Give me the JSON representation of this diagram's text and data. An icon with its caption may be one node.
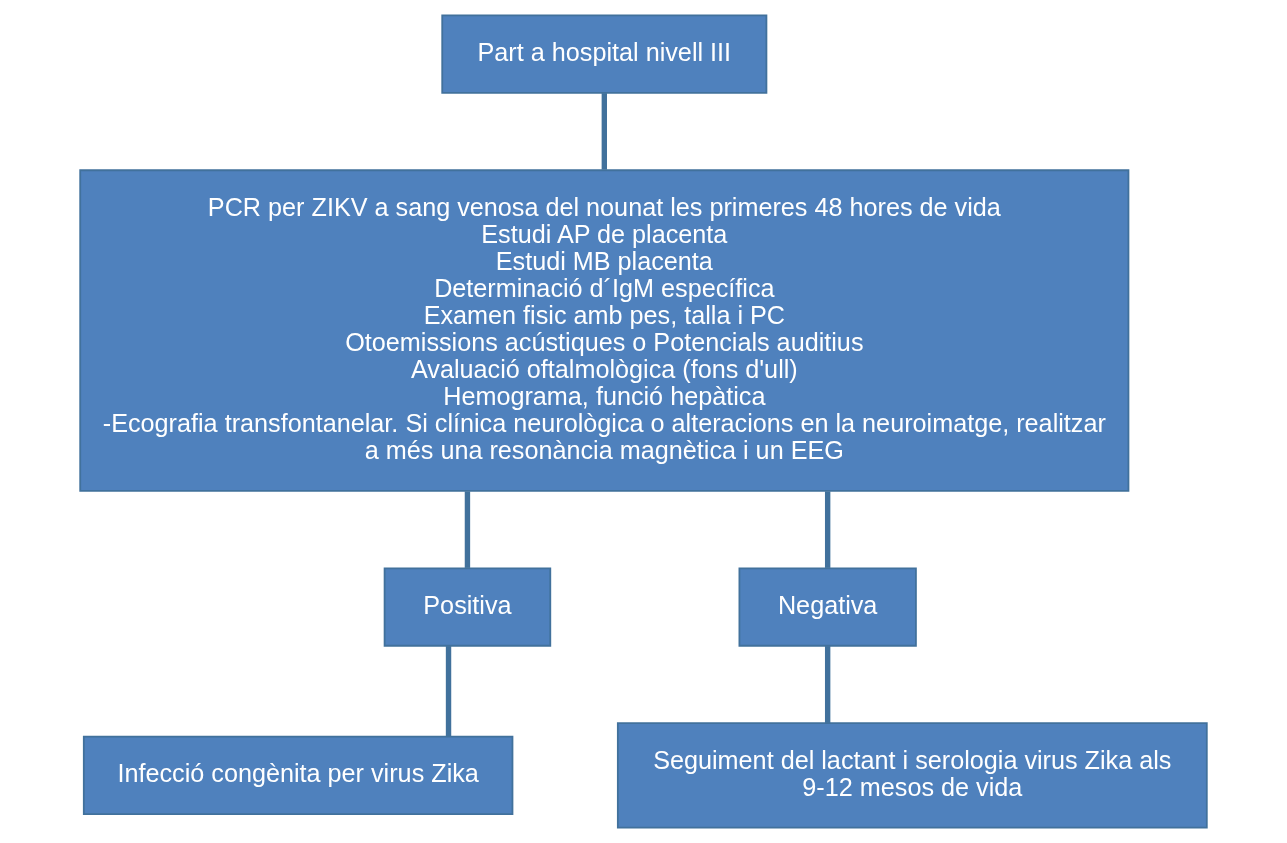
{
  "diagram": {
    "nodes": [
      {
        "text": [
          "Part a hospital nivell III"
        ]
      },
      {
        "text": [
          "PCR per ZIKV a sang venosa del nounat les primeres 48 hores de vida",
          "Estudi AP de placenta",
          "Estudi MB placenta",
          "Determinació d´IgM específica",
          "Examen fisic amb pes, talla i PC",
          "Otoemissions acústiques o Potencials auditius",
          "Avaluació oftalmològica (fons d'ull)",
          "Hemograma, funció hepàtica",
          "-Ecografia transfontanelar. Si clínica neurològica o alteracions en la neuroimatge, realitzar a més una resonància magnètica i un EEG"
        ]
      },
      {
        "text": [
          "Positiva"
        ]
      },
      {
        "text": [
          "Negativa"
        ]
      },
      {
        "text": [
          "Infecció congènita per virus Zika"
        ]
      },
      {
        "text": [
          "Seguiment del lactant i serologia virus Zika als  9-12 mesos de vida"
        ]
      }
    ],
    "edges": [
      {
        "from": 0,
        "to": 1,
        "arrow": "none"
      },
      {
        "from": 1,
        "to": 2,
        "arrow": "none"
      },
      {
        "from": 1,
        "to": 3,
        "arrow": "none"
      },
      {
        "from": 2,
        "to": 4,
        "arrow": "none"
      },
      {
        "from": 3,
        "to": 5,
        "arrow": "none"
      }
    ]
  }
}
